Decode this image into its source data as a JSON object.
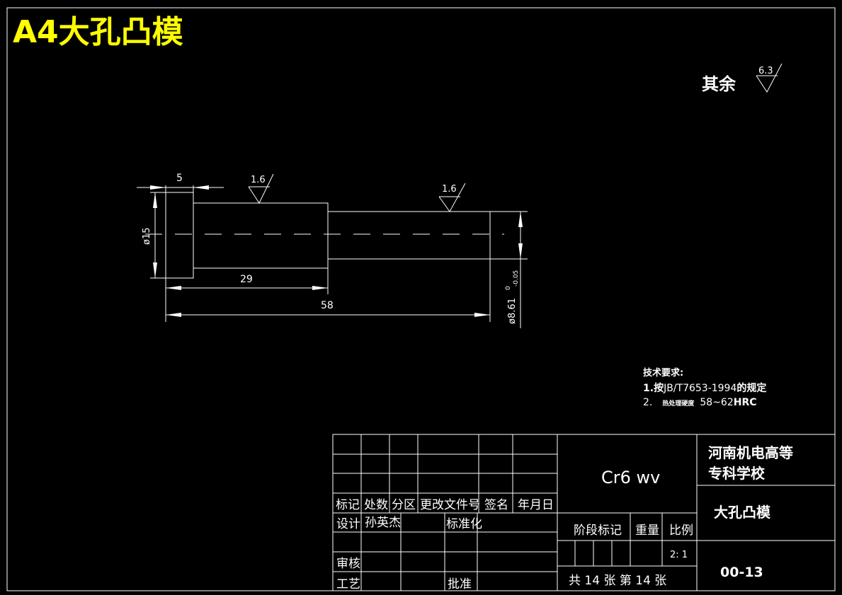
{
  "title": "A4大孔凸模",
  "roughness_note": {
    "label": "其余",
    "value": "6.3"
  },
  "part": {
    "roughness_1": "1.6",
    "roughness_2": "1.6",
    "dims": {
      "head_width": "5",
      "head_diameter": "ø15",
      "shoulder_length": "29",
      "total_length": "58",
      "tip_diameter": "ø8.61",
      "tip_tol_upper": "0",
      "tip_tol_lower": "-0.05"
    }
  },
  "tech_req": {
    "heading": "技术要求:",
    "items": [
      {
        "num": "1.",
        "prefix": "按",
        "body": "JB/T7653-1994",
        "suffix": "的规定"
      },
      {
        "num": "2.",
        "prefix": "热处理硬度",
        "body": "58~62",
        "suffix": "HRC"
      }
    ]
  },
  "title_block": {
    "rev_headers": [
      "标记",
      "处数",
      "分区",
      "更改文件号",
      "签名",
      "年月日"
    ],
    "design_label": "设计",
    "designer": "孙英杰",
    "standard_label": "标准化",
    "review_label": "审核",
    "process_label": "工艺",
    "approve_label": "批准",
    "material": "Cr6 wv",
    "school_line1": "河南机电高等",
    "school_line2": "专科学校",
    "part_name": "大孔凸模",
    "stage_label": "阶段标记",
    "weight_label": "重量",
    "scale_label": "比例",
    "scale": "2: 1",
    "sheets": "共 14  张 第 14 张",
    "drawing_no": "00-13"
  },
  "colors": {
    "background": "#000000",
    "lines": "#ffffff",
    "title": "#ffff00"
  }
}
